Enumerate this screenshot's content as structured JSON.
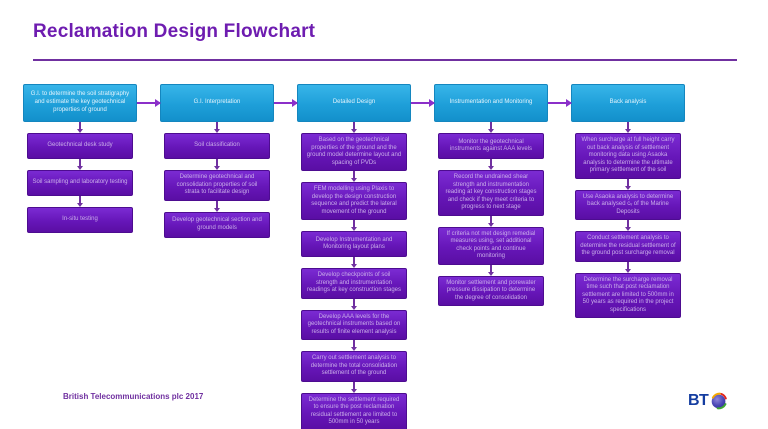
{
  "title": "Reclamation Design Flowchart",
  "footer": {
    "copyright": "British Telecommunications plc 2017",
    "logo_text": "BT"
  },
  "colors": {
    "accent_purple": "#7030a0",
    "header_blue": "#1e9fd9",
    "box_purple": "#6616b8",
    "arrow_purple": "#8b2fc9",
    "bt_blue": "#143da0"
  },
  "flowchart": {
    "columns": [
      {
        "header": "G.I. to determine the soil stratigraphy and estimate the key geotechnical properties of ground",
        "boxes": [
          "Geotechnical desk study",
          "Soil sampling and laboratory testing",
          "In-situ testing"
        ]
      },
      {
        "header": "G.I. Interpretation",
        "boxes": [
          "Soil classification",
          "Determine geotechnical and consolidation properties of soil strata to facilitate design",
          "Develop geotechnical section and ground models"
        ]
      },
      {
        "header": "Detailed Design",
        "boxes": [
          "Based on the geotechnical properties of the ground and the ground model determine layout and spacing of PVDs",
          "FEM modelling using Plaxis to develop the design construction sequence and predict the lateral movement of the ground",
          "Develop Instrumentation and Monitoring layout plans",
          "Develop  checkpoints of soil strength and instrumentation readings at key construction stages",
          "Develop AAA levels for the geotechnical instruments based on results of finite element analysis",
          "Carry out settlement analysis to determine the total consolidation settlement of the ground",
          "Determine the settlement required to ensure the post reclamation residual settlement are limited to 500mm in 50 years"
        ]
      },
      {
        "header": "Instrumentation and Monitoring",
        "boxes": [
          "Monitor the geotechnical instruments against AAA levels",
          "Record the undrained shear strength and instrumentation reading at key construction stages and check if they meet criteria to progress to next stage",
          "If criteria not met design remedial measures using, set additional check points and  continue monitoring",
          "Monitor settlement and porewater pressure dissipation to determine the degree of consolidation"
        ]
      },
      {
        "header": "Back analysis",
        "boxes": [
          "When surcharge at full height carry out back analysis of settlement monitoring data using Asaoka analysis to determine the ultimate primary settlement of the soil",
          "Use Asaoka analysis to determine back analysed cᵥ of the Marine Deposits",
          "Conduct settlement analysis to determine the residual settlement of the ground post surcharge removal",
          "Determine the surcharge removal time such that post reclamation settlement are limited to 500mm in 50 years as required in the project specifications"
        ]
      }
    ]
  }
}
